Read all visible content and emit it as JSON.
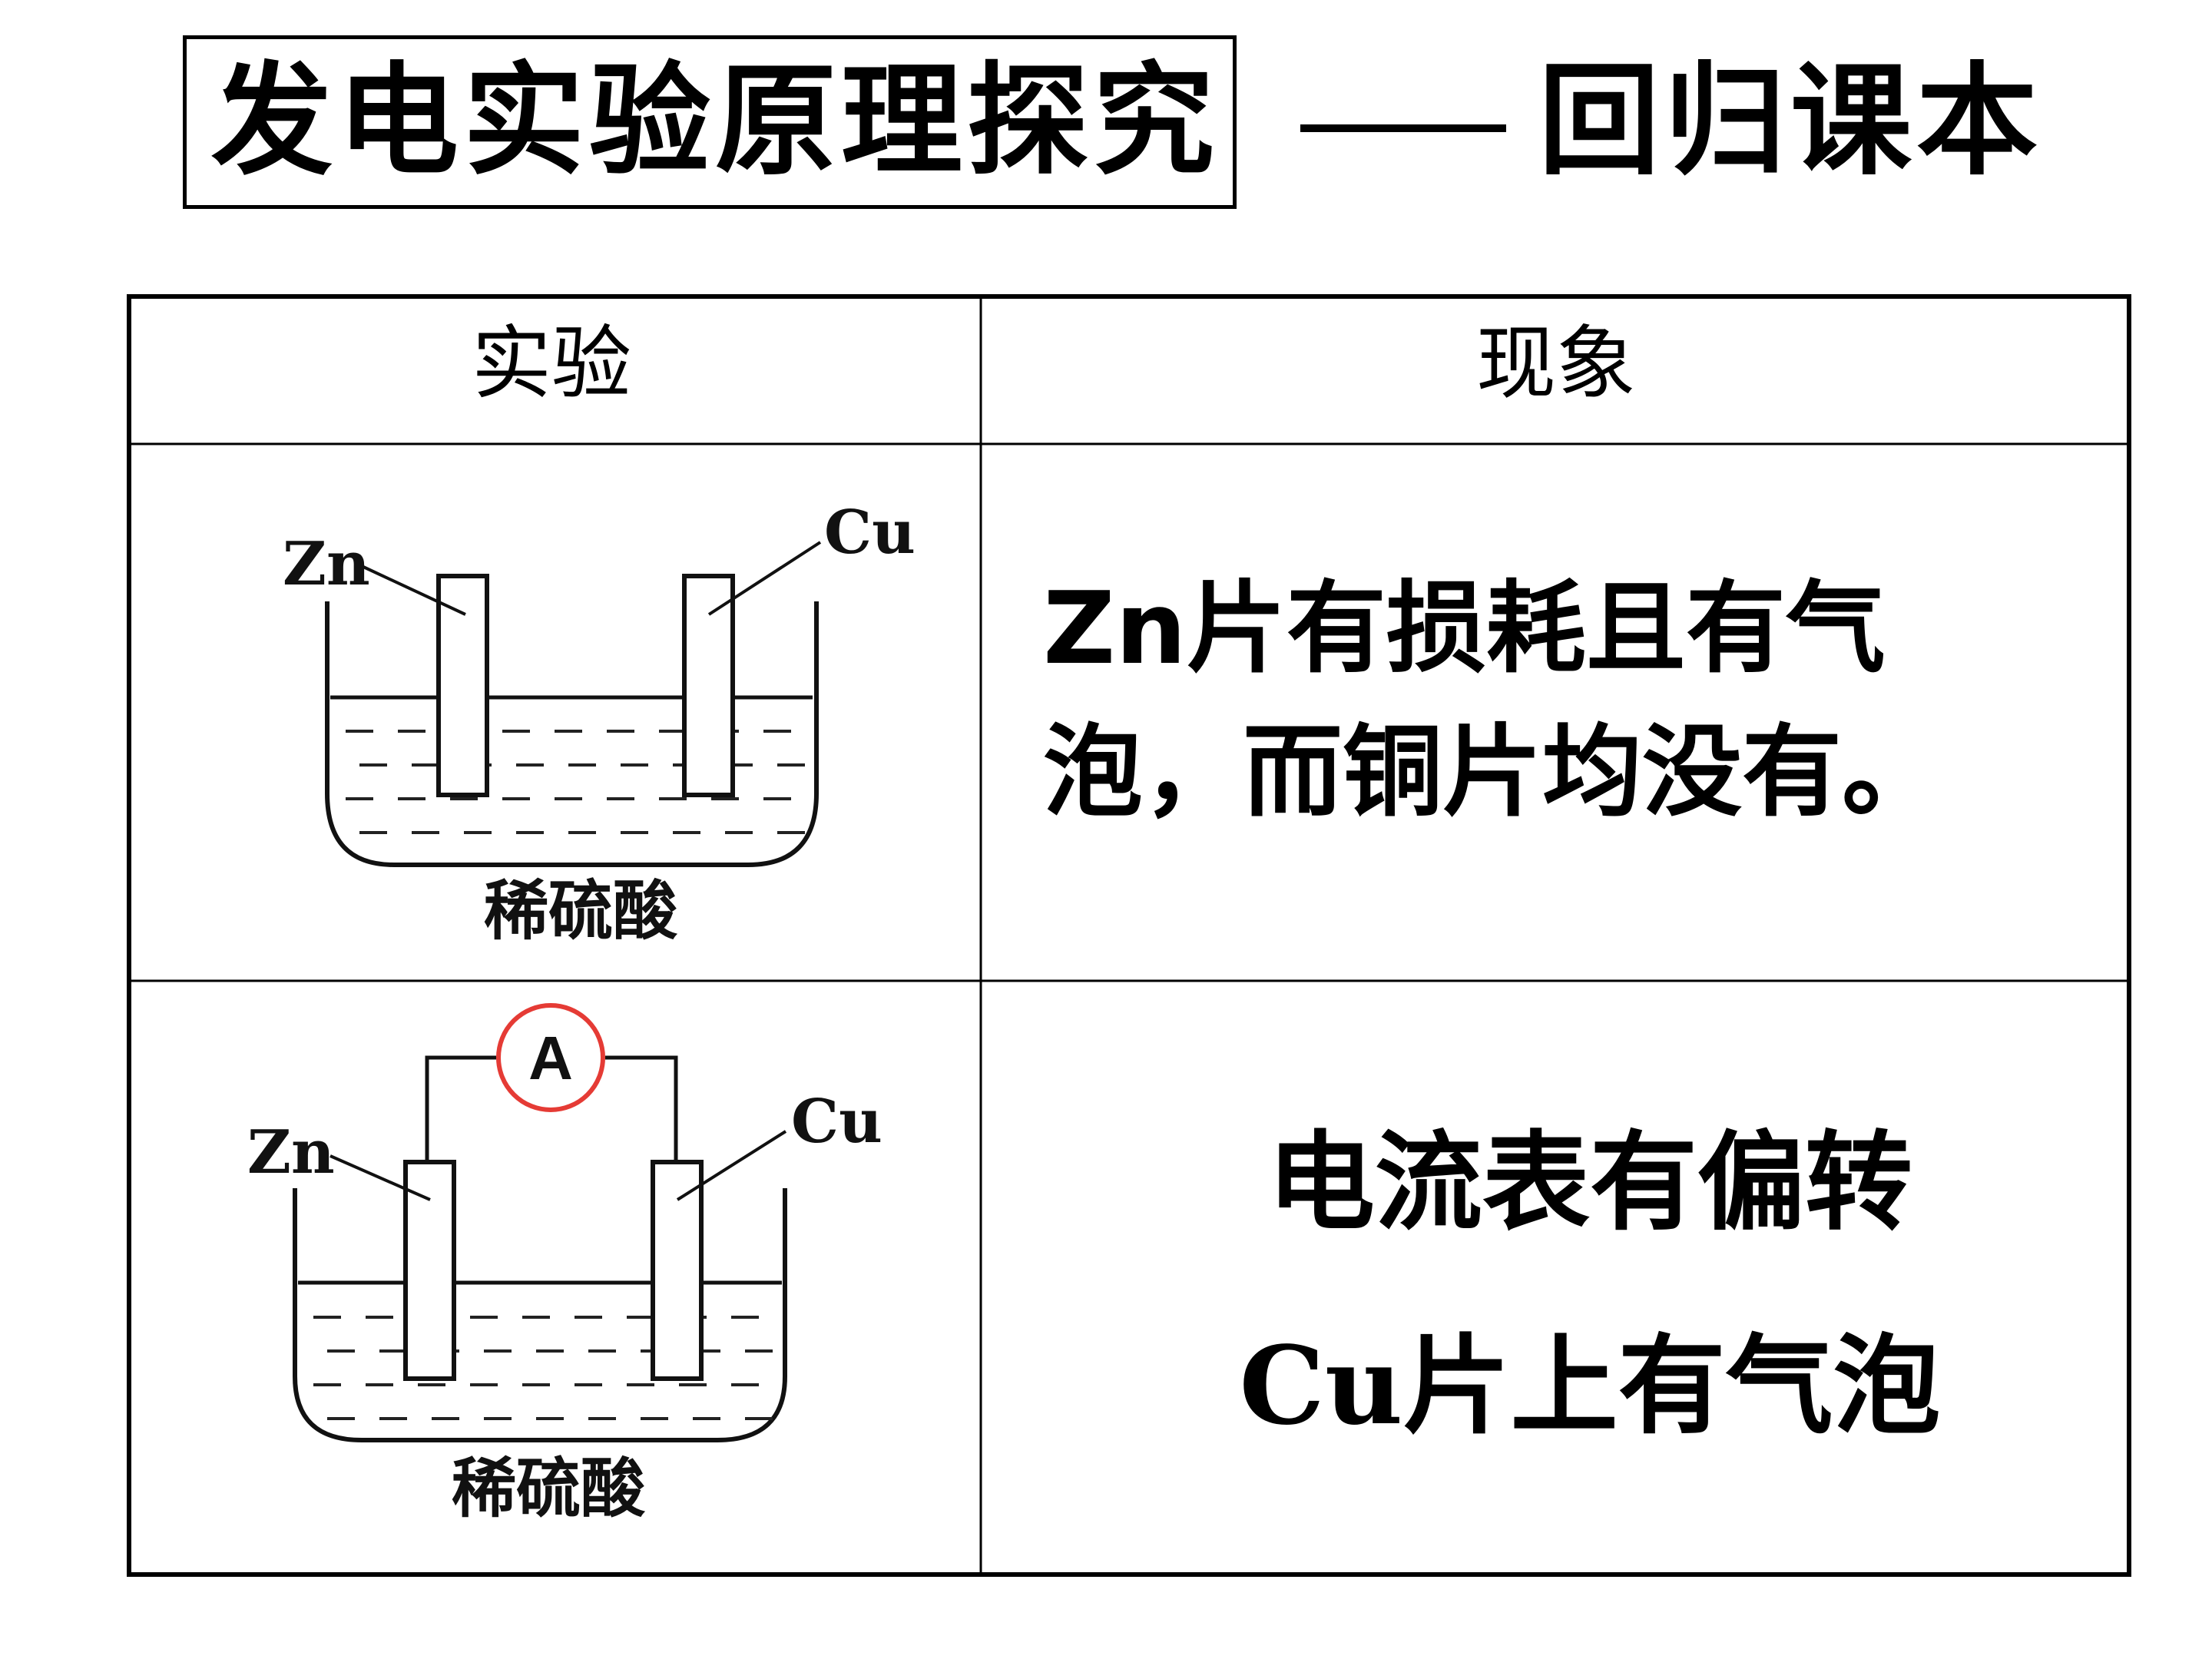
{
  "title": {
    "boxed": "发电实验原理探究",
    "dash": "——",
    "subtitle": "回归课本"
  },
  "table": {
    "headers": [
      "实验",
      "现象"
    ],
    "rows": [
      {
        "diagram": {
          "zn_label": "Zn",
          "cu_label": "Cu",
          "solution": "稀硫酸"
        },
        "observation": [
          "Zn片有损耗且有气",
          "泡，而铜片均没有。"
        ]
      },
      {
        "diagram": {
          "zn_label": "Zn",
          "cu_label": "Cu",
          "solution": "稀硫酸",
          "meter_label": "A"
        },
        "observation": [
          "电流表有偏转",
          "Cu片上有气泡"
        ]
      }
    ]
  },
  "colors": {
    "meter_ring": "#e53b35",
    "ink": "#000000"
  }
}
